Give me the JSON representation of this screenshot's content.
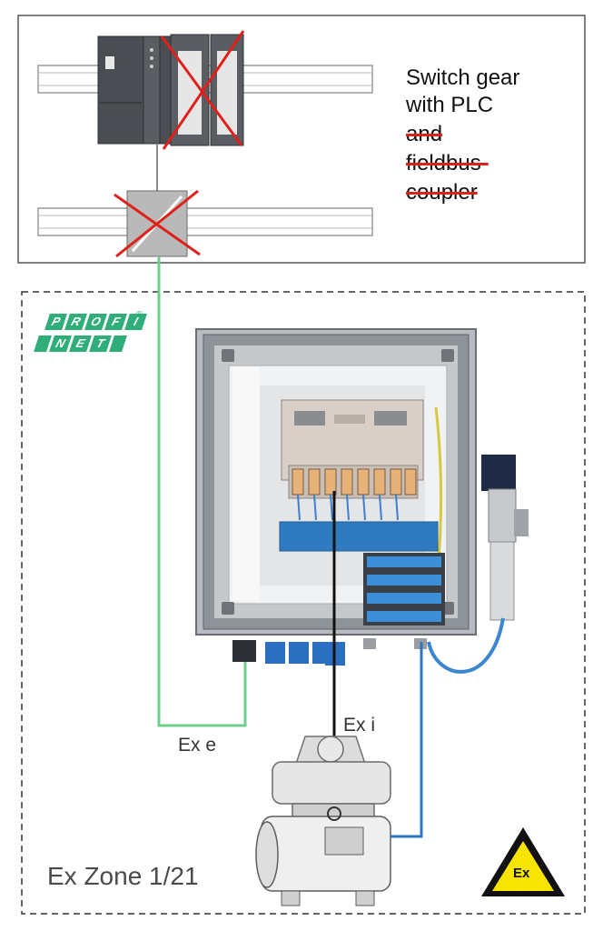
{
  "switchgear": {
    "lines": [
      {
        "text": "Switch gear",
        "struck": false
      },
      {
        "text": "with PLC",
        "struck": false
      },
      {
        "text": "and",
        "struck": true
      },
      {
        "text": "fieldbus-",
        "struck": true
      },
      {
        "text": "coupler",
        "struck": true
      }
    ]
  },
  "logo": {
    "row1": [
      "P",
      "R",
      "O",
      "F",
      "I"
    ],
    "row2": [
      "N",
      "E",
      "T"
    ],
    "registered": "®"
  },
  "labels": {
    "ex_e": "Ex e",
    "ex_i": "Ex i",
    "zone": "Ex Zone 1/21",
    "warning": "Ex"
  },
  "colors": {
    "ex_e_cable": "#6ccf8a",
    "ex_i_cable": "#111111",
    "pneumatic_line": "#2a76c0",
    "cross_out": "#e0201a",
    "warning_fill": "#f7e400",
    "profinet_green": "#2fae79"
  }
}
